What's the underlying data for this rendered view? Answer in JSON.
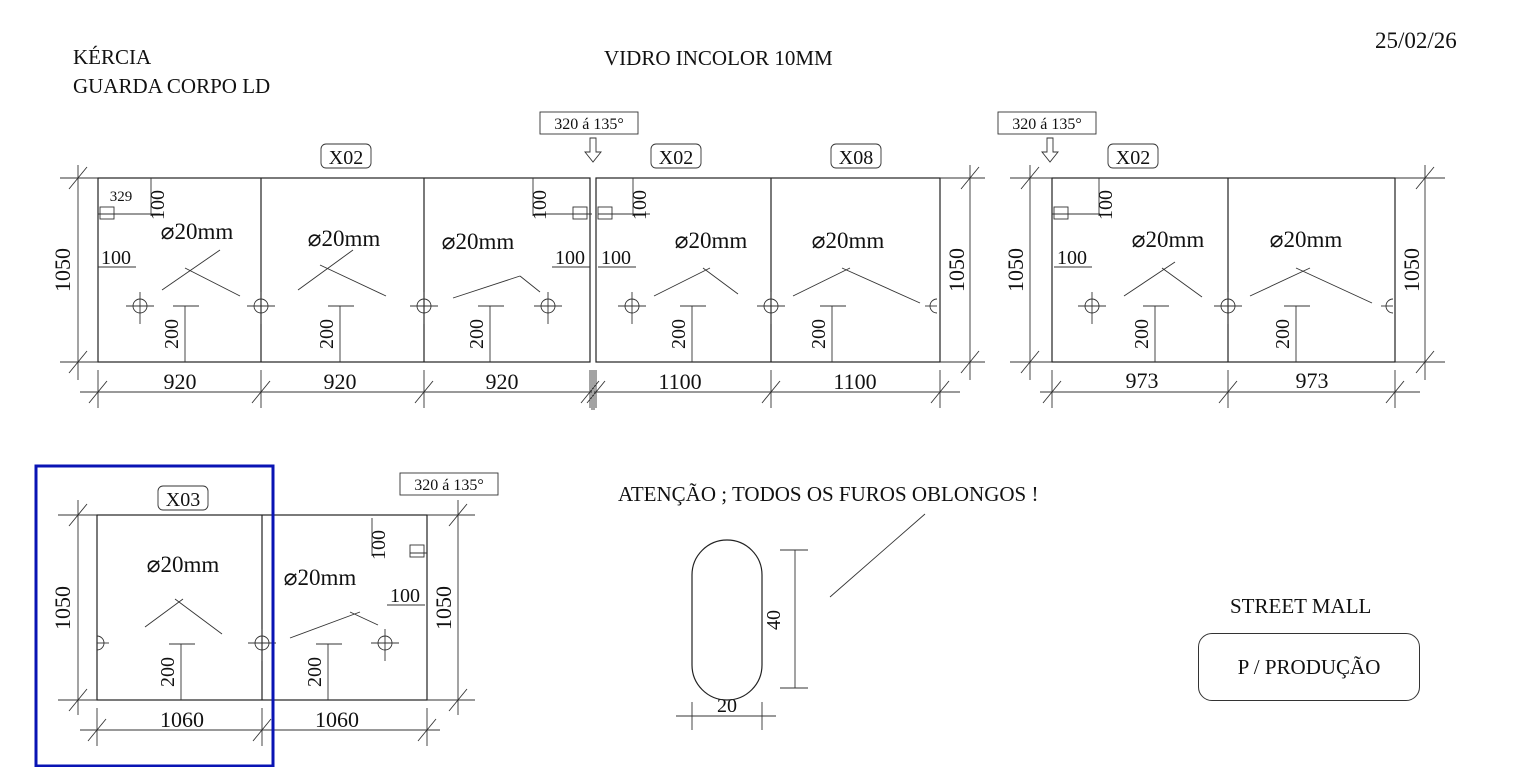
{
  "header": {
    "client": "KÉRCIA",
    "product": "GUARDA CORPO LD",
    "glass": "VIDRO INCOLOR 10MM",
    "date": "25/02/26"
  },
  "labels": {
    "hole": "⌀20mm",
    "angle_note": "320 á 135°",
    "height": "1050",
    "offset_100": "100",
    "offset_200": "200",
    "offset_329": "329"
  },
  "panel_codes": [
    "X02",
    "X02",
    "X08",
    "X02",
    "X03"
  ],
  "widths": [
    "920",
    "920",
    "920",
    "1100",
    "1100",
    "973",
    "973",
    "1060",
    "1060"
  ],
  "note": "ATENÇÃO ; TODOS OS FUROS OBLONGOS !",
  "oblong": {
    "length": "40",
    "width": "20"
  },
  "project": "STREET MALL",
  "status": "P / PRODUÇÃO",
  "colors": {
    "selection": "#0a14b4",
    "line": "#222222"
  }
}
